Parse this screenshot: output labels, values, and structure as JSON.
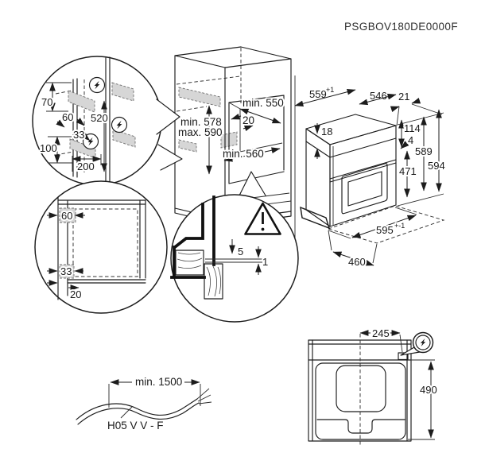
{
  "title": "PSGBOV180DE0000F",
  "colors": {
    "line": "#1c1c1c",
    "gray_fill": "#d6d6d6",
    "background": "#ffffff"
  },
  "detail_side": {
    "d70": "70",
    "d60": "60",
    "d520": "520",
    "d33": "33",
    "d100": "100",
    "d200": "200"
  },
  "cabinet": {
    "depth": "min. 550",
    "gap": "20",
    "height_min": "min. 578",
    "height_max": "max. 590",
    "width": "min. 560"
  },
  "oven": {
    "w559": "559",
    "w559_sup": "+1",
    "d546": "546",
    "d21": "21",
    "d18": "18",
    "d114": "114",
    "d4": "4",
    "d589": "589",
    "d594": "594",
    "d471": "471",
    "w595": "595",
    "w595_sup": "+-1",
    "d460": "460"
  },
  "detail_front": {
    "d60": "60",
    "d33": "33",
    "d20": "20"
  },
  "detail_gap": {
    "d5": "5",
    "d1": "1"
  },
  "cable": {
    "length": "min. 1500",
    "type": "H05 V V - F"
  },
  "top_view": {
    "d245": "245",
    "d490": "490"
  }
}
